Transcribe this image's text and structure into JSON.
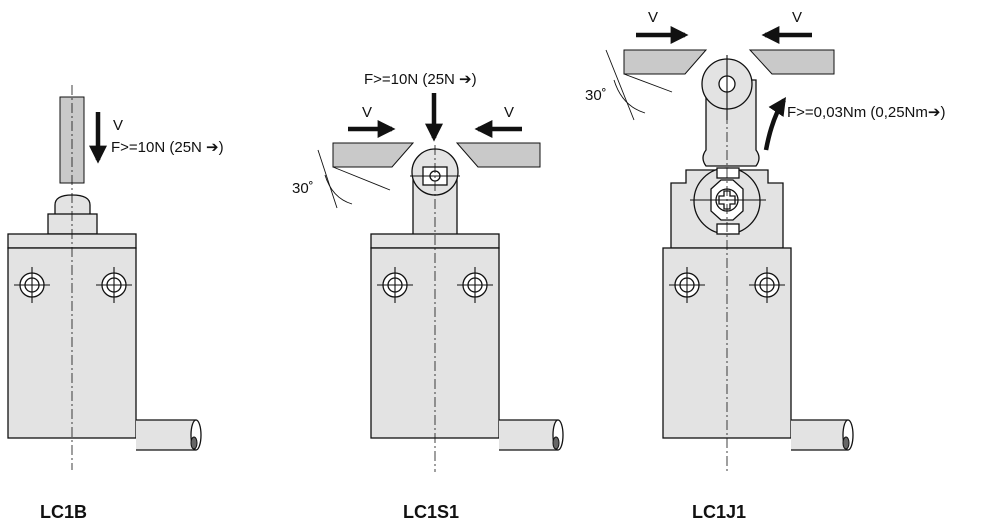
{
  "devices": [
    {
      "id": "lc1b",
      "title": "LC1B",
      "velocity_label": "V",
      "force_label": "F>=10N (25N ➔)"
    },
    {
      "id": "lc1s1",
      "title": "LC1S1",
      "force_label": "F>=10N (25N ➔)",
      "velocity_left": "V",
      "velocity_right": "V",
      "angle_label": "30˚"
    },
    {
      "id": "lc1j1",
      "title": "LC1J1",
      "velocity_left": "V",
      "velocity_right": "V",
      "angle_label": "30˚",
      "torque_label": "F>=0,03Nm (0,25Nm➔)"
    }
  ],
  "colors": {
    "body": "#e3e3e3",
    "cam": "#c9c9c9",
    "line": "#111111"
  }
}
